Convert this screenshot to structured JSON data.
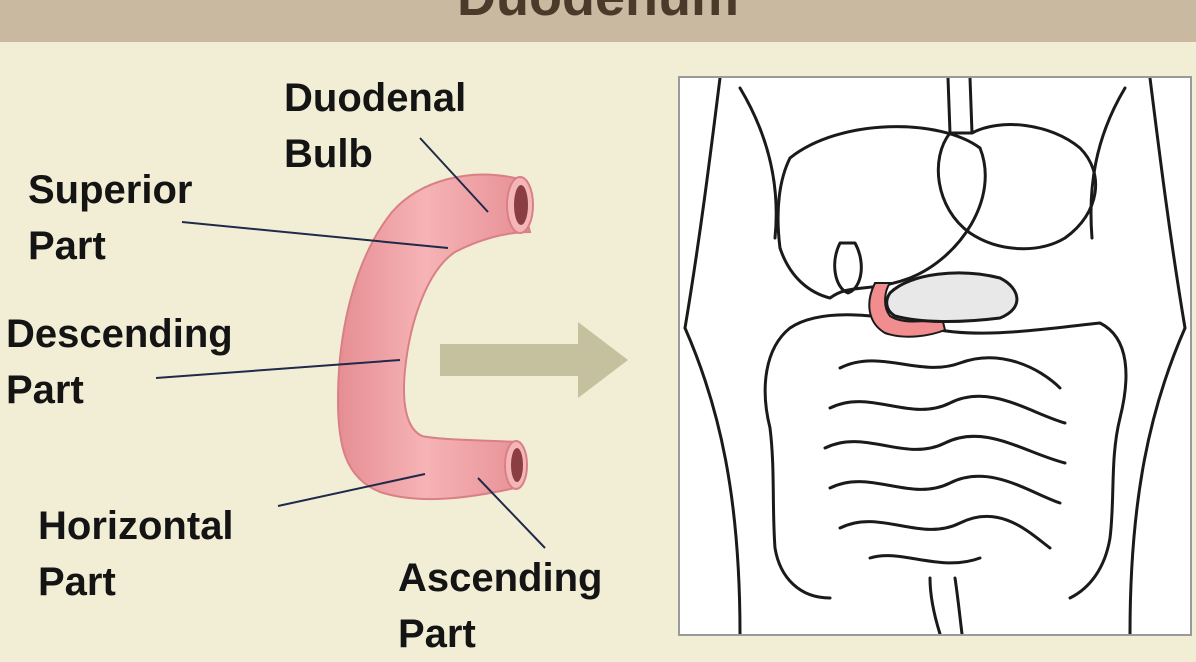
{
  "title": "Duodenum",
  "labels": {
    "duodenal_bulb": [
      "Duodenal",
      "Bulb"
    ],
    "superior_part": [
      "Superior",
      "Part"
    ],
    "descending_part": [
      "Descending",
      "Part"
    ],
    "horizontal_part": [
      "Horizontal",
      "Part"
    ],
    "ascending_part": [
      "Ascending",
      "Part"
    ]
  },
  "colors": {
    "title_band": "#c9b9a0",
    "background": "#f2eed6",
    "duodenum_fill": "#f2a0a3",
    "duodenum_shade": "#e2898d",
    "arrow": "#c5c19f",
    "leader_line": "#1f2a4a",
    "highlight": "#f28d8f"
  }
}
